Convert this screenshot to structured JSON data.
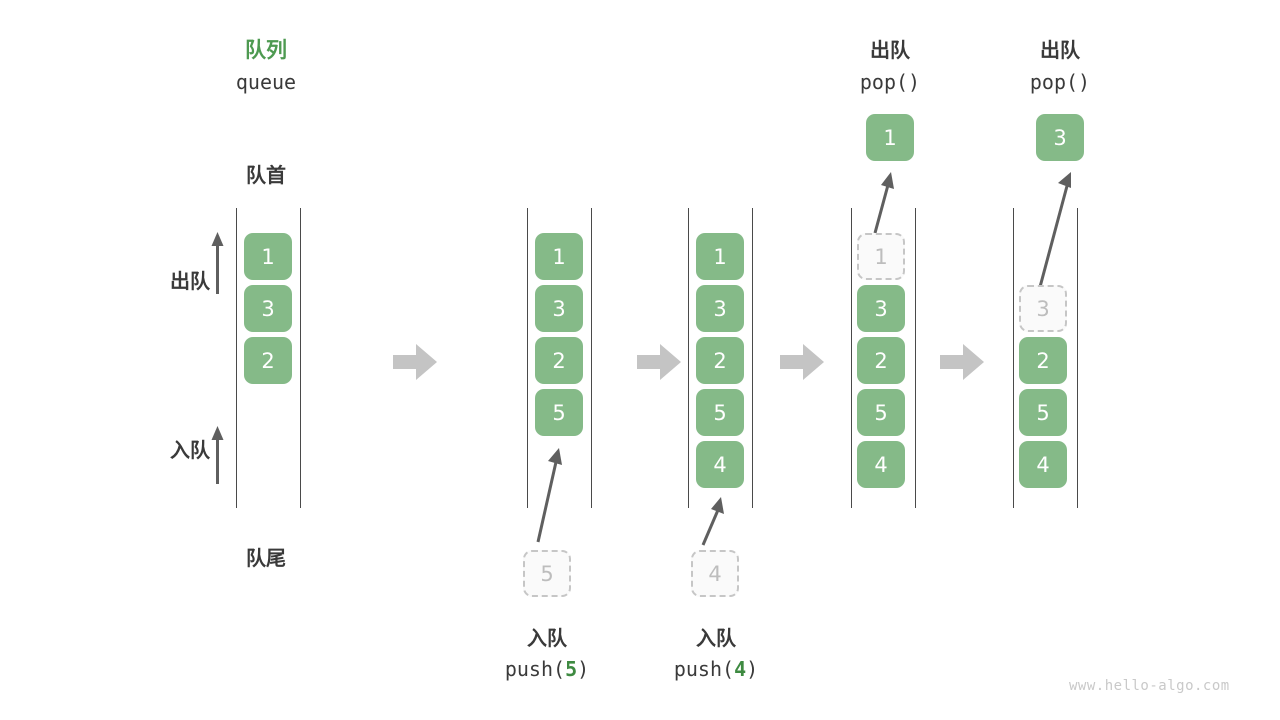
{
  "diagram": {
    "title_cn": "队列",
    "title_en": "queue",
    "front_label": "队首",
    "rear_label": "队尾",
    "dequeue_label": "出队",
    "enqueue_label": "入队",
    "watermark": "www.hello-algo.com",
    "colors": {
      "green_fill": "#85ba88",
      "green_text": "#4e9a51",
      "box_text": "#ffffff",
      "ghost_fill": "#fafafa",
      "ghost_border": "#c6c6c6",
      "ghost_text": "#bdbdbd",
      "rail": "#4a4a4a",
      "arrow": "#5f5f5f",
      "separator": "#c4c4c4",
      "label": "#3a3a3a",
      "watermark": "#c9c9c9"
    }
  },
  "chart_data": {
    "type": "diagram",
    "title": "队列 queue",
    "description": "Queue push/pop step sequence diagram",
    "steps": [
      {
        "id": "initial",
        "caption_top_cn": "",
        "caption_top_code": "",
        "caption_bottom_cn": "",
        "caption_bottom_code": "",
        "items": [
          "1",
          "3",
          "2"
        ],
        "ghost_top": "",
        "ghost_bottom": "",
        "popped_value": ""
      },
      {
        "id": "push-5",
        "caption_top_cn": "",
        "caption_top_code": "",
        "caption_bottom_cn": "入队",
        "caption_bottom_code_pre": "push(",
        "caption_bottom_code_num": "5",
        "caption_bottom_code_post": ")",
        "items": [
          "1",
          "3",
          "2",
          "5"
        ],
        "ghost_bottom": "5",
        "popped_value": ""
      },
      {
        "id": "push-4",
        "caption_bottom_cn": "入队",
        "caption_bottom_code_pre": "push(",
        "caption_bottom_code_num": "4",
        "caption_bottom_code_post": ")",
        "items": [
          "1",
          "3",
          "2",
          "5",
          "4"
        ],
        "ghost_bottom": "4",
        "popped_value": ""
      },
      {
        "id": "pop-1",
        "caption_top_cn": "出队",
        "caption_top_code": "pop()",
        "items": [
          "3",
          "2",
          "5",
          "4"
        ],
        "ghost_top": "1",
        "popped_value": "1"
      },
      {
        "id": "pop-3",
        "caption_top_cn": "出队",
        "caption_top_code": "pop()",
        "items": [
          "2",
          "5",
          "4"
        ],
        "ghost_top": "3",
        "popped_value": "3"
      }
    ],
    "annotations": {
      "front": "队首",
      "rear": "队尾",
      "dequeue_direction": "出队",
      "enqueue_direction": "入队"
    }
  },
  "steps": {
    "s1": {
      "v0": "1",
      "v1": "3",
      "v2": "2"
    },
    "s2": {
      "v0": "1",
      "v1": "3",
      "v2": "2",
      "v3": "5",
      "ghost": "5",
      "cap_cn": "入队",
      "code_pre": "push(",
      "code_num": "5",
      "code_post": ")"
    },
    "s3": {
      "v0": "1",
      "v1": "3",
      "v2": "2",
      "v3": "5",
      "v4": "4",
      "ghost": "4",
      "cap_cn": "入队",
      "code_pre": "push(",
      "code_num": "4",
      "code_post": ")"
    },
    "s4": {
      "ghost": "1",
      "v1": "3",
      "v2": "2",
      "v3": "5",
      "v4": "4",
      "popped": "1",
      "cap_cn": "出队",
      "code": "pop()"
    },
    "s5": {
      "ghost": "3",
      "v2": "2",
      "v3": "5",
      "v4": "4",
      "popped": "3",
      "cap_cn": "出队",
      "code": "pop()"
    }
  }
}
